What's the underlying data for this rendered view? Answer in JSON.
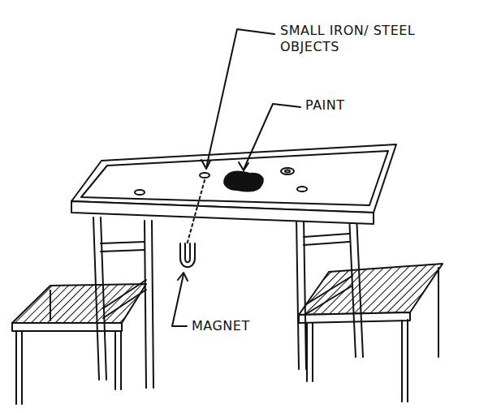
{
  "diagram": {
    "labels": [
      "SMALL IRON/ STEEL OBJECTS",
      "PAINT",
      "MAGNET"
    ]
  }
}
